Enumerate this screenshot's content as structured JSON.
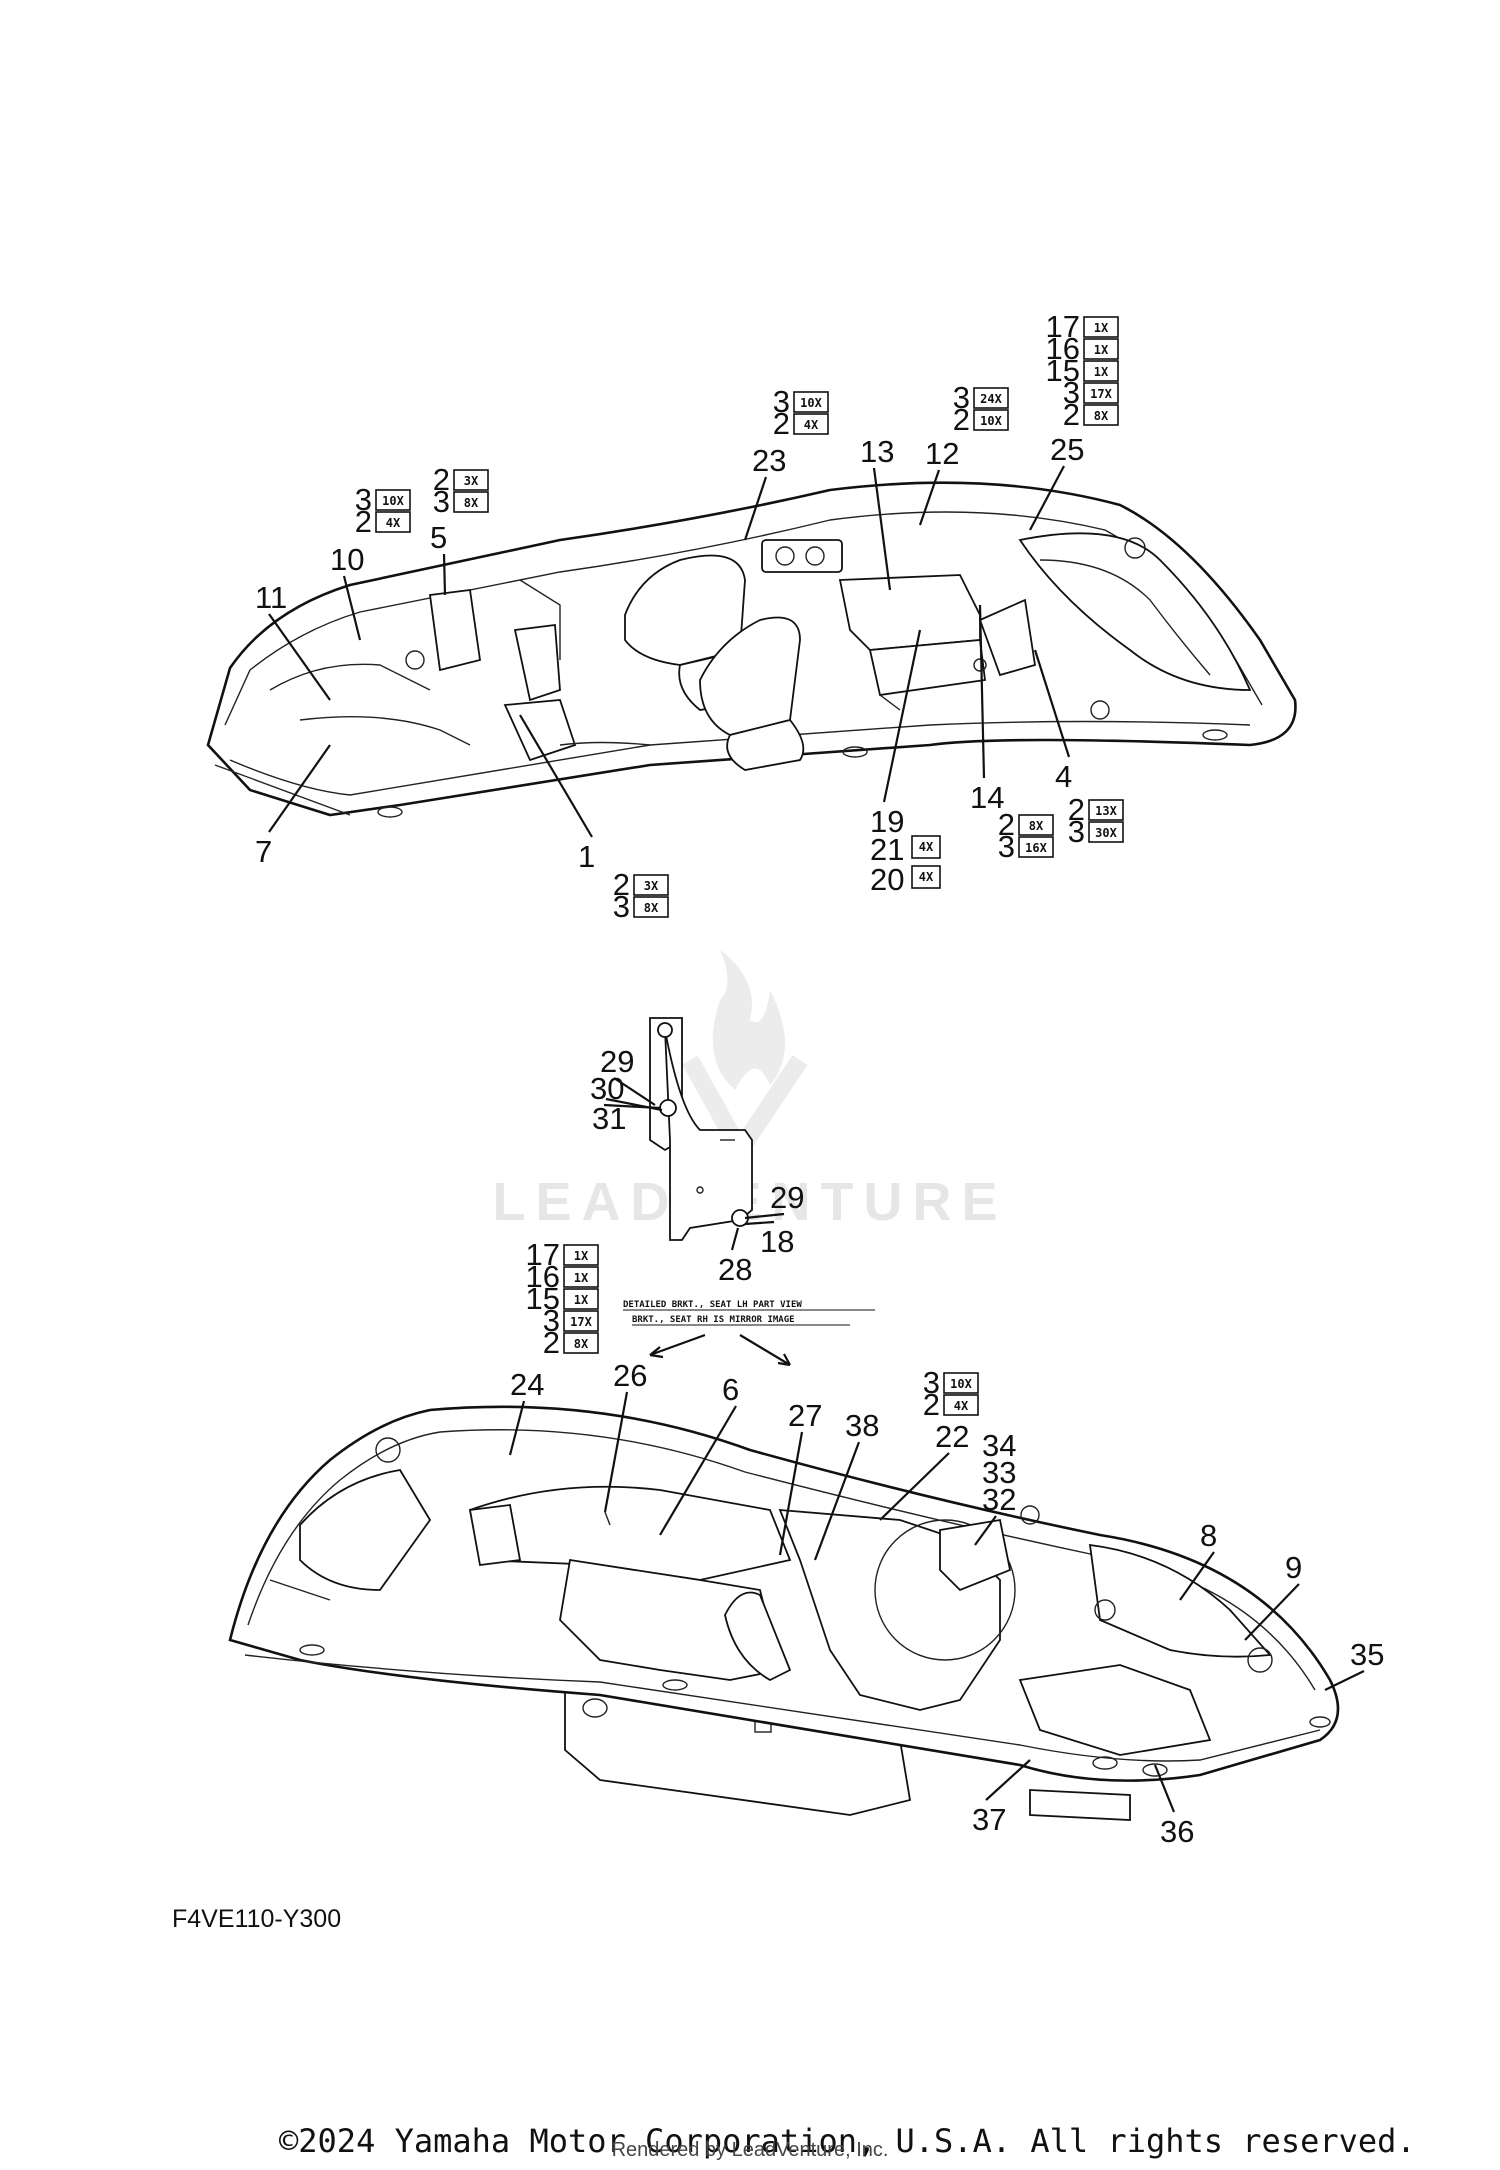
{
  "diagram": {
    "code": "F4VE110-Y300",
    "copyright": "©2024 Yamaha Motor Corporation, U.S.A. All rights reserved.",
    "rendered_by": "Rendered by LeadVenture, Inc.",
    "watermark": "LEADVENTURE",
    "note_line1": "DETAILED BRKT., SEAT LH PART VIEW",
    "note_line2": "BRKT., SEAT RH IS MIRROR IMAGE"
  },
  "callouts_top": [
    {
      "num": "1"
    },
    {
      "num": "4"
    },
    {
      "num": "5"
    },
    {
      "num": "7"
    },
    {
      "num": "10"
    },
    {
      "num": "11"
    },
    {
      "num": "12"
    },
    {
      "num": "13"
    },
    {
      "num": "14"
    },
    {
      "num": "19"
    },
    {
      "num": "21",
      "qty": "4X"
    },
    {
      "num": "20",
      "qty": "4X"
    },
    {
      "num": "23"
    },
    {
      "num": "25"
    }
  ],
  "callouts_mid": [
    {
      "num": "29"
    },
    {
      "num": "30"
    },
    {
      "num": "31"
    },
    {
      "num": "29"
    },
    {
      "num": "18"
    },
    {
      "num": "28"
    }
  ],
  "callouts_bottom": [
    {
      "num": "6"
    },
    {
      "num": "8"
    },
    {
      "num": "9"
    },
    {
      "num": "22"
    },
    {
      "num": "24"
    },
    {
      "num": "26"
    },
    {
      "num": "27"
    },
    {
      "num": "32"
    },
    {
      "num": "33"
    },
    {
      "num": "34"
    },
    {
      "num": "35"
    },
    {
      "num": "36"
    },
    {
      "num": "37"
    },
    {
      "num": "38"
    }
  ],
  "qty_stacks": [
    {
      "rows": [
        {
          "num": "2",
          "qty": "3X"
        },
        {
          "num": "3",
          "qty": "8X"
        }
      ]
    },
    {
      "rows": [
        {
          "num": "3",
          "qty": "10X"
        },
        {
          "num": "2",
          "qty": "4X"
        }
      ]
    },
    {
      "rows": [
        {
          "num": "2",
          "qty": "3X"
        },
        {
          "num": "3",
          "qty": "8X"
        }
      ]
    },
    {
      "rows": [
        {
          "num": "3",
          "qty": "10X"
        },
        {
          "num": "2",
          "qty": "4X"
        }
      ]
    },
    {
      "rows": [
        {
          "num": "3",
          "qty": "24X"
        },
        {
          "num": "2",
          "qty": "10X"
        }
      ]
    },
    {
      "rows": [
        {
          "num": "17",
          "qty": "1X"
        },
        {
          "num": "16",
          "qty": "1X"
        },
        {
          "num": "15",
          "qty": "1X"
        },
        {
          "num": "3",
          "qty": "17X"
        },
        {
          "num": "2",
          "qty": "8X"
        }
      ]
    },
    {
      "rows": [
        {
          "num": "2",
          "qty": "8X"
        },
        {
          "num": "3",
          "qty": "16X"
        }
      ]
    },
    {
      "rows": [
        {
          "num": "2",
          "qty": "13X"
        },
        {
          "num": "3",
          "qty": "30X"
        }
      ]
    },
    {
      "rows": [
        {
          "num": "17",
          "qty": "1X"
        },
        {
          "num": "16",
          "qty": "1X"
        },
        {
          "num": "15",
          "qty": "1X"
        },
        {
          "num": "3",
          "qty": "17X"
        },
        {
          "num": "2",
          "qty": "8X"
        }
      ]
    },
    {
      "rows": [
        {
          "num": "3",
          "qty": "10X"
        },
        {
          "num": "2",
          "qty": "4X"
        }
      ]
    }
  ]
}
